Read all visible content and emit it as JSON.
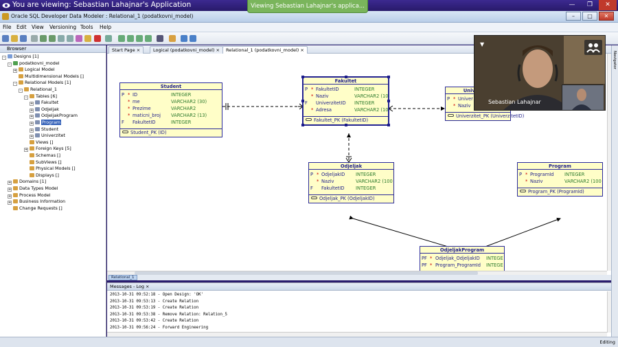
{
  "share": {
    "title": "You are viewing: Sebastian Lahajnar's Application",
    "toast": "Viewing Sebastian Lahajnar's applica..."
  },
  "window": {
    "title": "Oracle SQL Developer Data Modeler : Relational_1 (podatkovni_model)"
  },
  "menu": [
    "File",
    "Edit",
    "View",
    "Versioning",
    "Tools",
    "Help"
  ],
  "browser": {
    "header": "Browser",
    "tree": [
      {
        "label": "Designs [1]",
        "level": 0,
        "expander": "-",
        "icon": "#7a9cd6"
      },
      {
        "label": "podatkovni_model",
        "level": 1,
        "expander": "-",
        "icon": "#4fa04f"
      },
      {
        "label": "Logical Model",
        "level": 2,
        "expander": "+",
        "icon": "#d6a040"
      },
      {
        "label": "Multidimensional Models []",
        "level": 2,
        "expander": "",
        "icon": "#d6a040"
      },
      {
        "label": "Relational Models [1]",
        "level": 2,
        "expander": "-",
        "icon": "#d6a040"
      },
      {
        "label": "Relational_1",
        "level": 3,
        "expander": "-",
        "icon": "#d6a040"
      },
      {
        "label": "Tables [6]",
        "level": 4,
        "expander": "-",
        "icon": "#d6a040"
      },
      {
        "label": "Fakultet",
        "level": 5,
        "expander": "+",
        "icon": "#7f8fb0"
      },
      {
        "label": "Odjeljak",
        "level": 5,
        "expander": "+",
        "icon": "#7f8fb0"
      },
      {
        "label": "OdjeljakProgram",
        "level": 5,
        "expander": "+",
        "icon": "#7f8fb0"
      },
      {
        "label": "Program",
        "level": 5,
        "expander": "+",
        "icon": "#7f8fb0",
        "selected": true
      },
      {
        "label": "Student",
        "level": 5,
        "expander": "+",
        "icon": "#7f8fb0"
      },
      {
        "label": "Univerzitet",
        "level": 5,
        "expander": "+",
        "icon": "#7f8fb0"
      },
      {
        "label": "Views []",
        "level": 4,
        "expander": "",
        "icon": "#d6a040"
      },
      {
        "label": "Foreign Keys [5]",
        "level": 4,
        "expander": "+",
        "icon": "#d6a040"
      },
      {
        "label": "Schemas []",
        "level": 4,
        "expander": "",
        "icon": "#d6a040"
      },
      {
        "label": "SubViews []",
        "level": 4,
        "expander": "",
        "icon": "#d6a040"
      },
      {
        "label": "Physical Models []",
        "level": 4,
        "expander": "",
        "icon": "#d6a040"
      },
      {
        "label": "Displays []",
        "level": 4,
        "expander": "",
        "icon": "#d6a040"
      },
      {
        "label": "Domains [1]",
        "level": 1,
        "expander": "+",
        "icon": "#d6a040"
      },
      {
        "label": "Data Types Model",
        "level": 1,
        "expander": "+",
        "icon": "#d6a040"
      },
      {
        "label": "Process Model",
        "level": 1,
        "expander": "+",
        "icon": "#d6a040"
      },
      {
        "label": "Business Information",
        "level": 1,
        "expander": "+",
        "icon": "#d6a040"
      },
      {
        "label": "Change Requests []",
        "level": 1,
        "expander": "",
        "icon": "#d6a040"
      }
    ]
  },
  "tabs": [
    "Start Page",
    "Logical (podatkovni_model)",
    "Relational_1 (podatkovni_model)"
  ],
  "bottom_tab": "Relational_1",
  "entities": {
    "student": {
      "title": "Student",
      "rows": [
        {
          "k": "P",
          "s": "*",
          "n": "ID",
          "t": "INTEGER"
        },
        {
          "k": "",
          "s": "*",
          "n": "me",
          "t": "VARCHAR2 (30)"
        },
        {
          "k": "",
          "s": "*",
          "n": "Prezime",
          "t": "VARCHAR2"
        },
        {
          "k": "",
          "s": "*",
          "n": "maticni_broj",
          "t": "VARCHAR2 (13)"
        },
        {
          "k": "F",
          "s": "",
          "n": "FakultetID",
          "t": "INTEGER"
        }
      ],
      "pk": "Student_PK (ID)"
    },
    "fakultet": {
      "title": "Fakultet",
      "rows": [
        {
          "k": "P",
          "s": "*",
          "n": "FakultetID",
          "t": "INTEGER"
        },
        {
          "k": "",
          "s": "*",
          "n": "Naziv",
          "t": "VARCHAR2 (10"
        },
        {
          "k": "F",
          "s": "",
          "n": "UniverzitetID",
          "t": "INTEGER"
        },
        {
          "k": "",
          "s": "*",
          "n": "Adresa",
          "t": "VARCHAR2 (10"
        }
      ],
      "pk": "Fakultet_PK (FakultetID)"
    },
    "univerzitet": {
      "title": "Univerzitet",
      "rows": [
        {
          "k": "P",
          "s": "*",
          "n": "Univer",
          "t": ""
        },
        {
          "k": "",
          "s": "*",
          "n": "Naziv",
          "t": ""
        }
      ],
      "pk": "Univerzitet_PK (UniverzitetID)"
    },
    "odjeljak": {
      "title": "Odjeljak",
      "rows": [
        {
          "k": "P",
          "s": "*",
          "n": "OdjeljakID",
          "t": "INTEGER"
        },
        {
          "k": "",
          "s": "*",
          "n": "Naziv",
          "t": "VARCHAR2 (100"
        },
        {
          "k": "F",
          "s": "",
          "n": "FakultetID",
          "t": "INTEGER"
        }
      ],
      "pk": "Odjeljak_PK (OdjeljakID)"
    },
    "program": {
      "title": "Program",
      "rows": [
        {
          "k": "P",
          "s": "*",
          "n": "ProgramId",
          "t": "INTEGER"
        },
        {
          "k": "",
          "s": "*",
          "n": "Naziv",
          "t": "VARCHAR2 (100"
        }
      ],
      "pk": "Program_PK (ProgramId)"
    },
    "odjeljakprogram": {
      "title": "OdjeljakProgram",
      "rows": [
        {
          "k": "PF",
          "s": "*",
          "n": "Odjeljak_OdjeljakID",
          "t": "INTEGE"
        },
        {
          "k": "PF",
          "s": "*",
          "n": "Program_ProgramId",
          "t": "INTEGE"
        }
      ],
      "pk": ""
    }
  },
  "log": {
    "header": "Messages - Log",
    "lines": [
      "2013-10-31 09:52:18 - Open Design: 'OK'",
      "2013-10-31 09:53:13 - Create Relation",
      "2013-10-31 09:53:19 - Create Relation",
      "2013-10-31 09:53:38 - Remove Relation: Relation_5",
      "2013-10-31 09:53:42 - Create Relation",
      "2013-10-31 09:56:24 - Forward Engineering"
    ]
  },
  "status": "Editing",
  "navigator": "Navigator",
  "video": {
    "name": "Sebastian Lahajnar"
  },
  "colors": {
    "entity_bg": "#fffec8",
    "entity_border": "#2a2a9a",
    "type_text": "#2c7a2c",
    "toast": "#7ab55c"
  }
}
